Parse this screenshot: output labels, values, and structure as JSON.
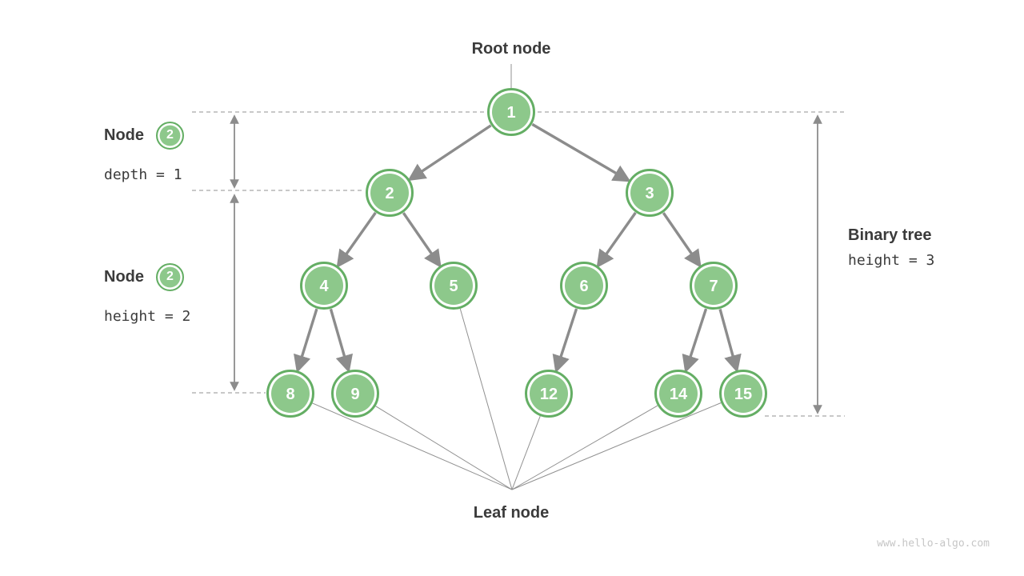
{
  "annotations": {
    "root_label": "Root node",
    "leaf_label": "Leaf node",
    "left": [
      {
        "title": "Node",
        "badge": "2",
        "detail": "depth = 1"
      },
      {
        "title": "Node",
        "badge": "2",
        "detail": "height = 2"
      }
    ],
    "right": {
      "title": "Binary tree",
      "detail": "height = 3"
    },
    "watermark": "www.hello-algo.com"
  },
  "tree": {
    "nodes": [
      {
        "id": "1",
        "label": "1"
      },
      {
        "id": "2",
        "label": "2"
      },
      {
        "id": "3",
        "label": "3"
      },
      {
        "id": "4",
        "label": "4"
      },
      {
        "id": "5",
        "label": "5"
      },
      {
        "id": "6",
        "label": "6"
      },
      {
        "id": "7",
        "label": "7"
      },
      {
        "id": "8",
        "label": "8"
      },
      {
        "id": "9",
        "label": "9"
      },
      {
        "id": "12",
        "label": "12"
      },
      {
        "id": "14",
        "label": "14"
      },
      {
        "id": "15",
        "label": "15"
      }
    ],
    "edges": [
      [
        "1",
        "2"
      ],
      [
        "1",
        "3"
      ],
      [
        "2",
        "4"
      ],
      [
        "2",
        "5"
      ],
      [
        "3",
        "6"
      ],
      [
        "3",
        "7"
      ],
      [
        "4",
        "8"
      ],
      [
        "4",
        "9"
      ],
      [
        "6",
        "12"
      ],
      [
        "7",
        "14"
      ],
      [
        "7",
        "15"
      ]
    ],
    "leaves": [
      "8",
      "9",
      "5",
      "12",
      "14",
      "15"
    ]
  },
  "colors": {
    "node_fill": "#8DC88B",
    "node_stroke": "#64AE64",
    "arrow": "#8C8C8C",
    "thin_line": "#909090",
    "dashed": "#A8A8A8",
    "text": "#3B3B3B",
    "watermark": "#C6C6C6"
  }
}
